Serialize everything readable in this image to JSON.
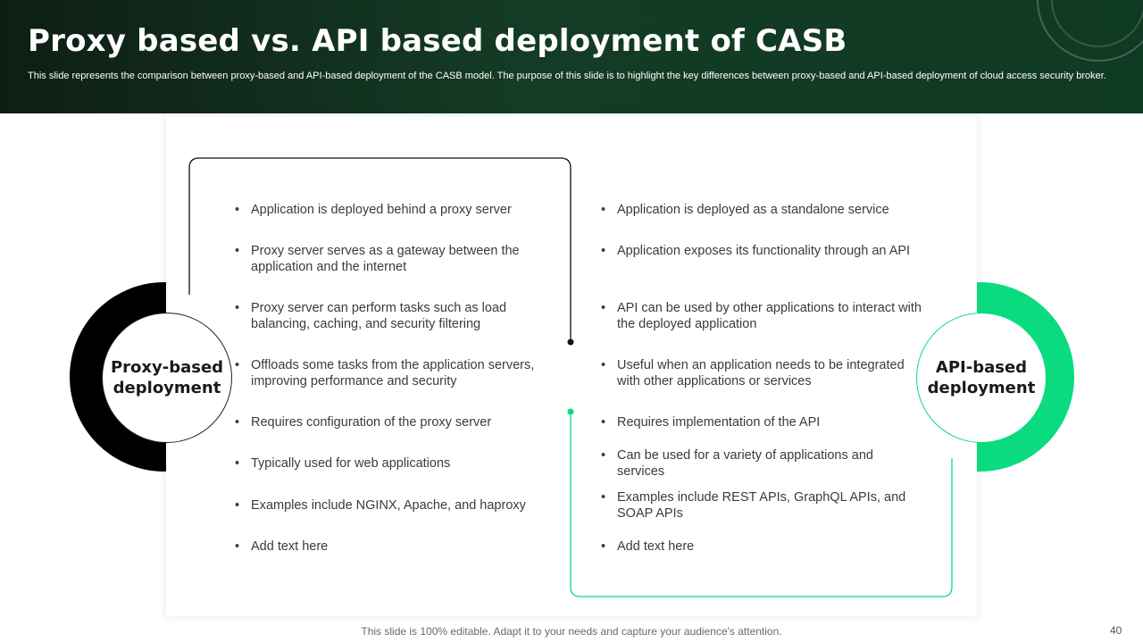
{
  "title": "Proxy based vs. API based deployment of CASB",
  "subtitle": "This slide represents the comparison between proxy-based and API-based deployment of the CASB model. The purpose of this slide is to highlight the key differences between proxy-based and API-based deployment of cloud access security broker.",
  "left": {
    "label": "Proxy-based deployment",
    "ring_color": "#000000",
    "items": [
      "Application is deployed behind a proxy server",
      "Proxy server serves as a gateway between the application and the internet",
      "Proxy server can perform tasks such as load balancing, caching, and security filtering",
      "Offloads some tasks from the application servers, improving performance and security",
      "Requires configuration of the proxy server",
      "Typically used for web applications",
      "Examples include NGINX,  Apache, and haproxy",
      "Add text here"
    ]
  },
  "right": {
    "label": "API-based deployment",
    "ring_color": "#0bdb7f",
    "items": [
      "Application is deployed as a standalone service",
      "Application exposes its functionality through an API",
      "API can be used by other applications to interact with the deployed application",
      "Useful when an application needs to be integrated with other applications or services",
      "Requires implementation of the API",
      "Can be used for a variety of applications and services",
      "Examples include REST APIs, GraphQL APIs, and SOAP APIs",
      "Add text here"
    ]
  },
  "footer": "This slide is 100% editable. Adapt it to your needs and capture your audience's attention.",
  "page_number": "40"
}
